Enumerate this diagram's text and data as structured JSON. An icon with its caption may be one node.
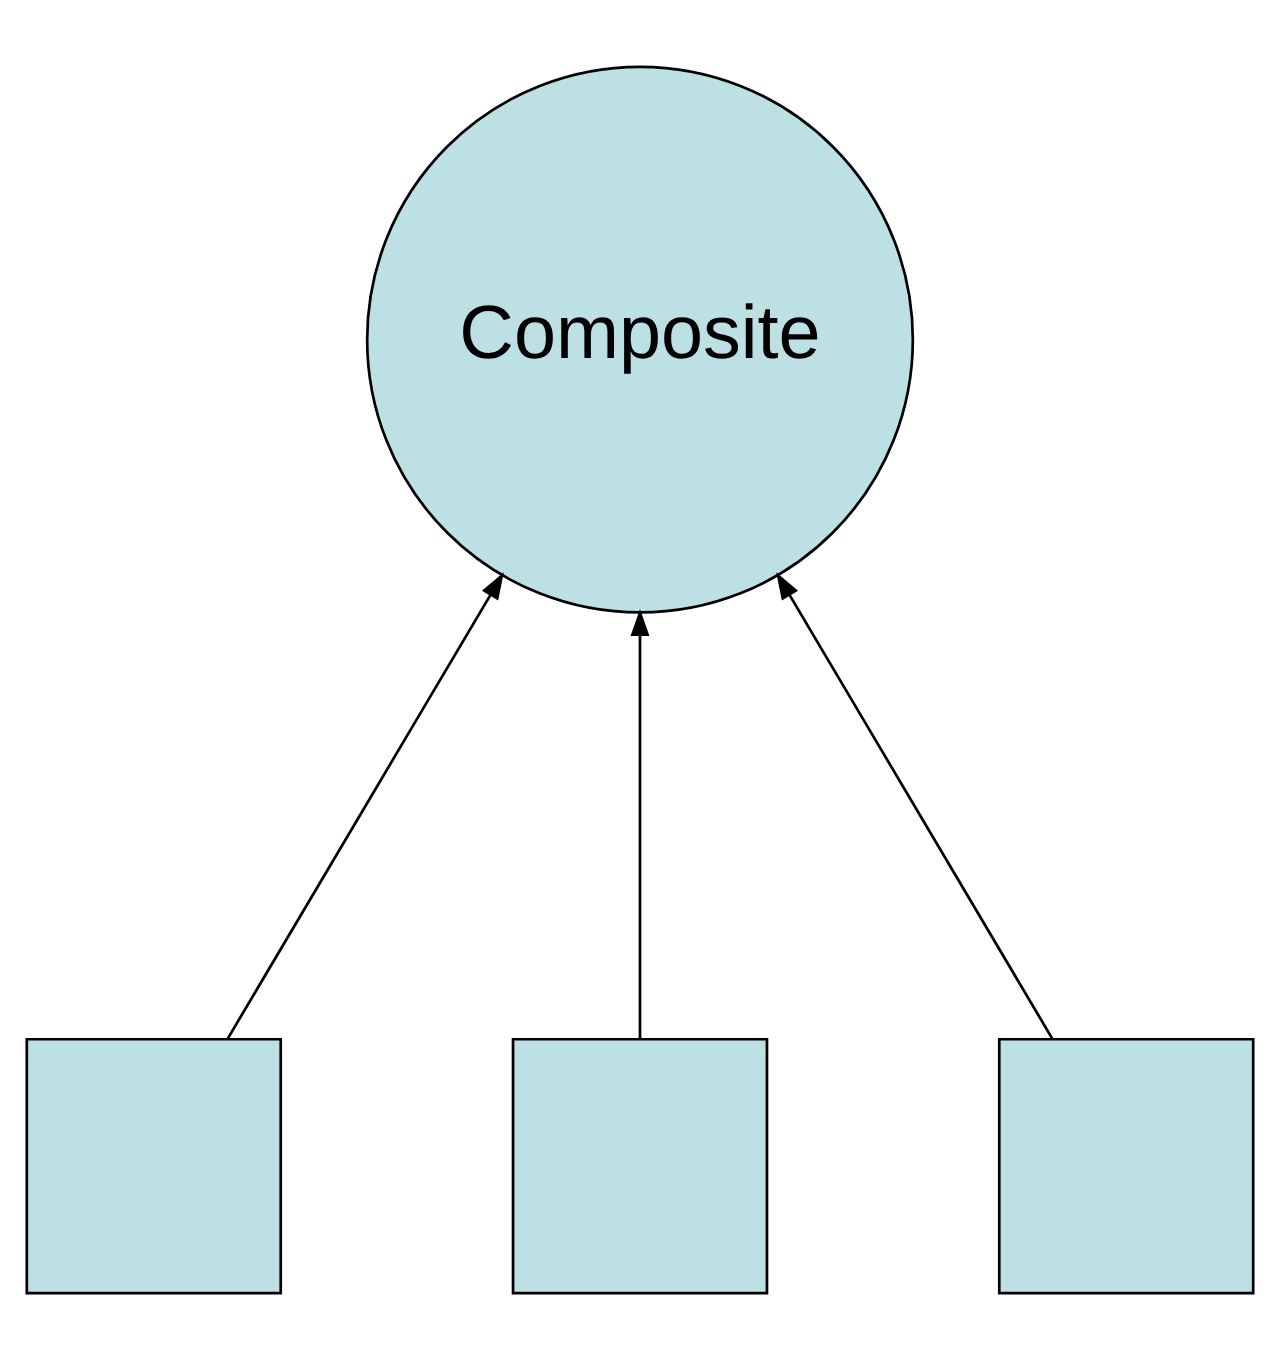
{
  "diagram": {
    "nodes": [
      {
        "text": [
          "Composite"
        ]
      },
      {
        "text": [],
        "shape": "box"
      },
      {
        "text": [],
        "shape": "box"
      },
      {
        "text": [],
        "shape": "box"
      }
    ],
    "edges": [
      {
        "from": 1,
        "to": 0,
        "arrow": "to"
      },
      {
        "from": 2,
        "to": 0,
        "arrow": "to"
      },
      {
        "from": 3,
        "to": 0,
        "arrow": "to"
      }
    ]
  }
}
